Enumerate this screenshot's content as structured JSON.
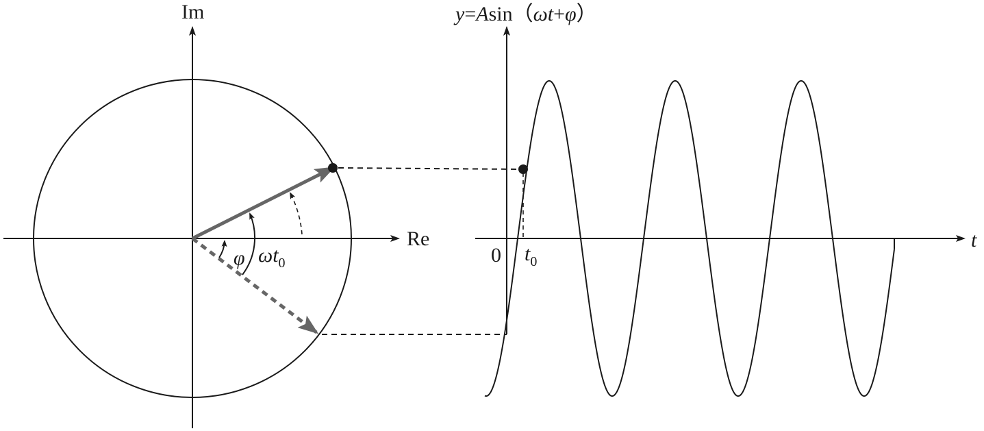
{
  "phasor": {
    "axis_real_label": "Re",
    "axis_imag_label": "Im",
    "phase_symbol": "φ",
    "omega_symbol": "ω",
    "time_symbol": "t",
    "time_subscript": "0"
  },
  "waveform": {
    "title_y": "y",
    "title_eq": "=",
    "title_A": "A",
    "title_sin": "sin",
    "title_open": "（",
    "title_omega": "ω",
    "title_t": "t",
    "title_plus": "+",
    "title_phi": "φ",
    "title_close": "）",
    "origin_label": "0",
    "t_axis_label": "t",
    "t0_label": "t",
    "t0_subscript": "0"
  },
  "colors": {
    "line": "#1a1a1a",
    "vector": "#666666"
  }
}
